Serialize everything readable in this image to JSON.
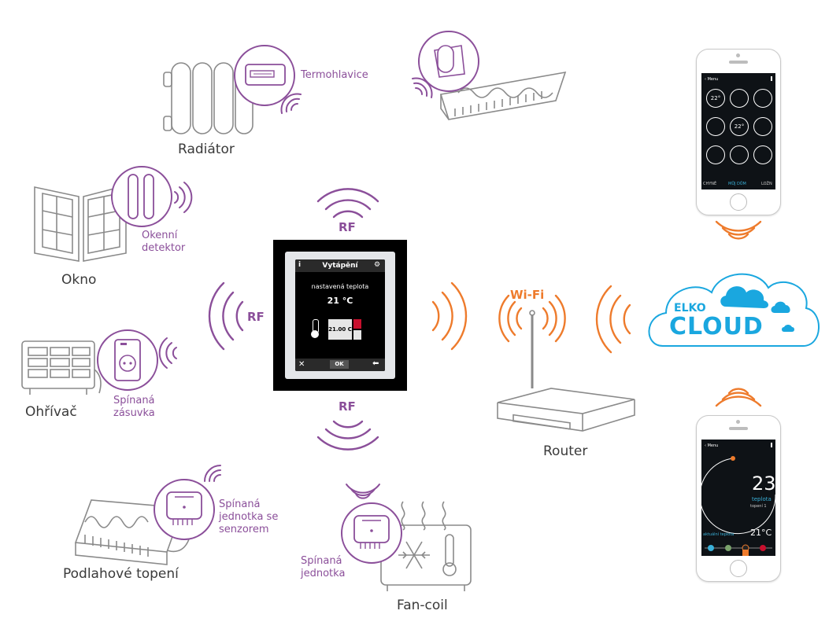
{
  "colors": {
    "purple": "#8b4f9a",
    "orange": "#ee7b2c",
    "gray_stroke": "#8a8a8a",
    "cloud_blue": "#1aa7df",
    "teal": "#3ab0d8"
  },
  "devices": {
    "radiator": {
      "name": "Radiátor",
      "sublabel": "Termohlavice"
    },
    "window": {
      "name": "Okno",
      "sublabel_line1": "Okenní",
      "sublabel_line2": "detektor"
    },
    "heater": {
      "name": "Ohřívač",
      "sublabel_line1": "Spínaná",
      "sublabel_line2": "zásuvka"
    },
    "floor_heating": {
      "name": "Podlahové topení",
      "sublabel_line1": "Spínaná",
      "sublabel_line2": "jednotka se",
      "sublabel_line3": "senzorem"
    },
    "fancoil": {
      "name": "Fan-coil",
      "sublabel_line1": "Spínaná",
      "sublabel_line2": "jednotka"
    },
    "router": {
      "name": "Router"
    }
  },
  "links": {
    "rf": "RF",
    "wifi": "Wi-Fi"
  },
  "cloud": {
    "line1": "ELKO",
    "line2": "CLOUD"
  },
  "panel_screen": {
    "title": "Vytápění",
    "info_icon": "i",
    "label": "nastavená teplota",
    "temp": "21 °C",
    "setpoint": "21.00 C",
    "ok": "OK"
  },
  "phone_top": {
    "back_label": "Menu",
    "tiles": [
      "22°",
      "",
      "",
      "",
      "22°",
      "",
      "",
      "",
      ""
    ],
    "tab_left": "CHYNĚ",
    "tab_center": "MŮJ DŮM",
    "tab_right": "LOŽN"
  },
  "phone_bottom": {
    "back_label": "Menu",
    "big_temp": "23",
    "temp_label": "teplota",
    "zone_label": "topení 1",
    "actual_label": "aktuální teplota",
    "actual_value": "21°C"
  }
}
